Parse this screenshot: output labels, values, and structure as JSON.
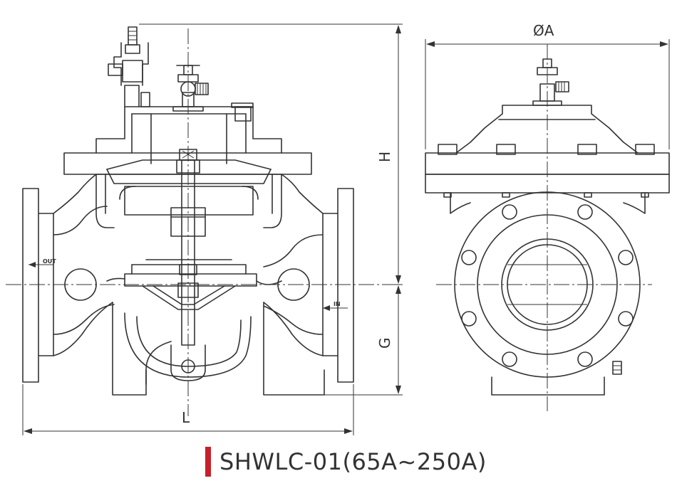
{
  "caption": {
    "model": "SHWLC-01(65A~250A)",
    "accent_color": "#c8202a"
  },
  "dimensions": {
    "length": "L",
    "height": "H",
    "bottom_height": "G",
    "diameter": "ØA"
  },
  "flow_labels": {
    "outlet": "OUT",
    "inlet": "IN"
  }
}
